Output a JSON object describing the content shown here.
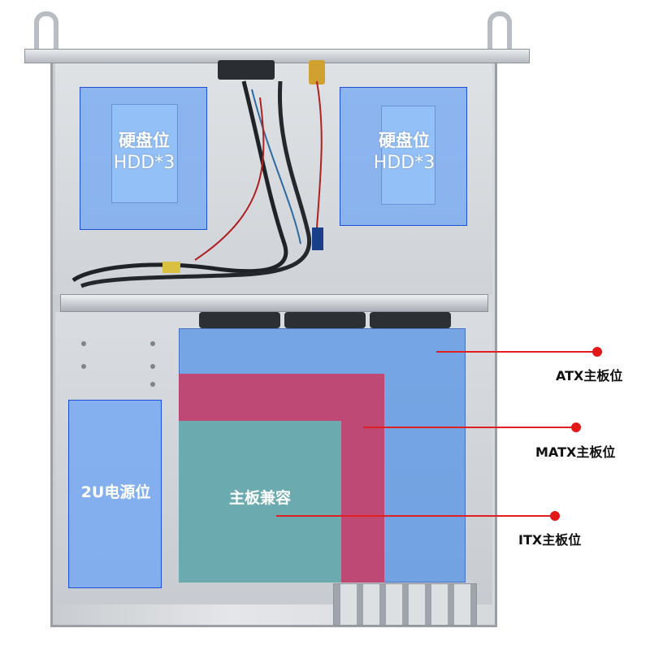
{
  "image": {
    "subject": "1U/2U rack server chassis interior, top-down view",
    "background_color": "#ffffff"
  },
  "overlays": {
    "hdd_left": {
      "line1": "硬盘位",
      "line2": "HDD*3"
    },
    "hdd_right": {
      "line1": "硬盘位",
      "line2": "HDD*3"
    },
    "psu": {
      "label": "2U电源位"
    },
    "motherboard_compat": {
      "label": "主板兼容"
    }
  },
  "callouts": [
    {
      "label": "ATX主板位",
      "color": "#e31818"
    },
    {
      "label": "MATX主板位",
      "color": "#e31818"
    },
    {
      "label": "ITX主板位",
      "color": "#e31818"
    }
  ],
  "colors": {
    "hdd_overlay": "#6ea5f5",
    "atx_zone": "#5a96e6",
    "matx_zone": "#c83c64",
    "itx_zone": "#64b4b4",
    "accent_red": "#e31818"
  }
}
